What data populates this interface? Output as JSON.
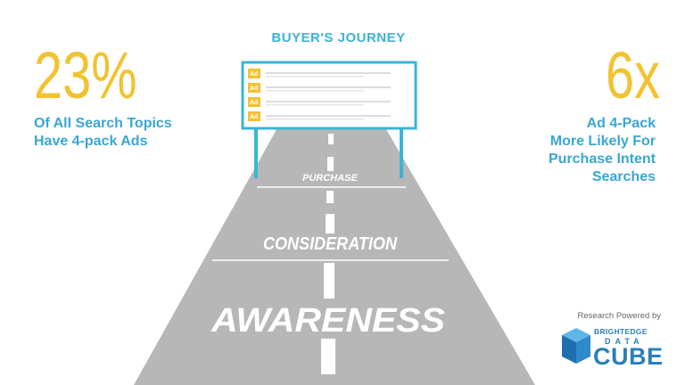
{
  "title": "BUYER'S JOURNEY",
  "left_stat": {
    "value": "23%",
    "caption_line1": "Of All Search Topics",
    "caption_line2": "Have 4-pack Ads"
  },
  "right_stat": {
    "value": "6x",
    "caption_line1": "Ad 4-Pack",
    "caption_line2": "More Likely For",
    "caption_line3": "Purchase Intent",
    "caption_line4": "Searches"
  },
  "billboard": {
    "ad_label": "Ad",
    "ad_count": 4
  },
  "road": {
    "stage_far": "PURCHASE",
    "stage_mid": "CONSIDERATION",
    "stage_near": "AWARENESS"
  },
  "brand": {
    "powered": "Research Powered by",
    "line1": "BRIGHTEDGE",
    "line2": "DATA",
    "line3": "CUBE"
  },
  "colors": {
    "accent_blue": "#3bb3d9",
    "stat_yellow": "#f2c230",
    "road_gray": "#b4b4b4",
    "brand_blue": "#2a7fb8"
  }
}
